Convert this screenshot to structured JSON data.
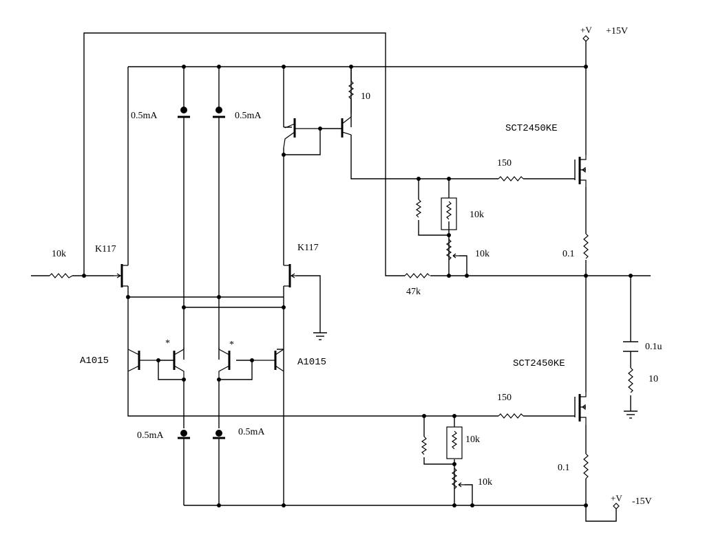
{
  "supplies": {
    "positive": {
      "symbol": "+V",
      "label": "+15V"
    },
    "negative": {
      "symbol": "+V",
      "label": "-15V"
    }
  },
  "labels": {
    "input_resistor": "10k",
    "jfet_left": "K117",
    "jfet_right": "K117",
    "current_source_top_left": "0.5mA",
    "current_source_top_right": "0.5mA",
    "current_source_bottom_left": "0.5mA",
    "current_source_bottom_right": "0.5mA",
    "pnp_left": "A1015",
    "pnp_right": "A1015",
    "asterisk_left": "*",
    "asterisk_right": "*",
    "emitter_resistor": "10",
    "mosfet_top": "SCT2450KE",
    "mosfet_bottom": "SCT2450KE",
    "gate_resistor_top": "150",
    "gate_resistor_bottom": "150",
    "bias_resistor_top": "10k",
    "bias_pot_top": "10k",
    "bias_resistor_bottom": "10k",
    "bias_pot_bottom": "10k",
    "source_resistor_top": "0.1",
    "source_resistor_bottom": "0.1",
    "feedback_resistor": "47k",
    "zobel_cap": "0.1u",
    "zobel_resistor": "10"
  }
}
